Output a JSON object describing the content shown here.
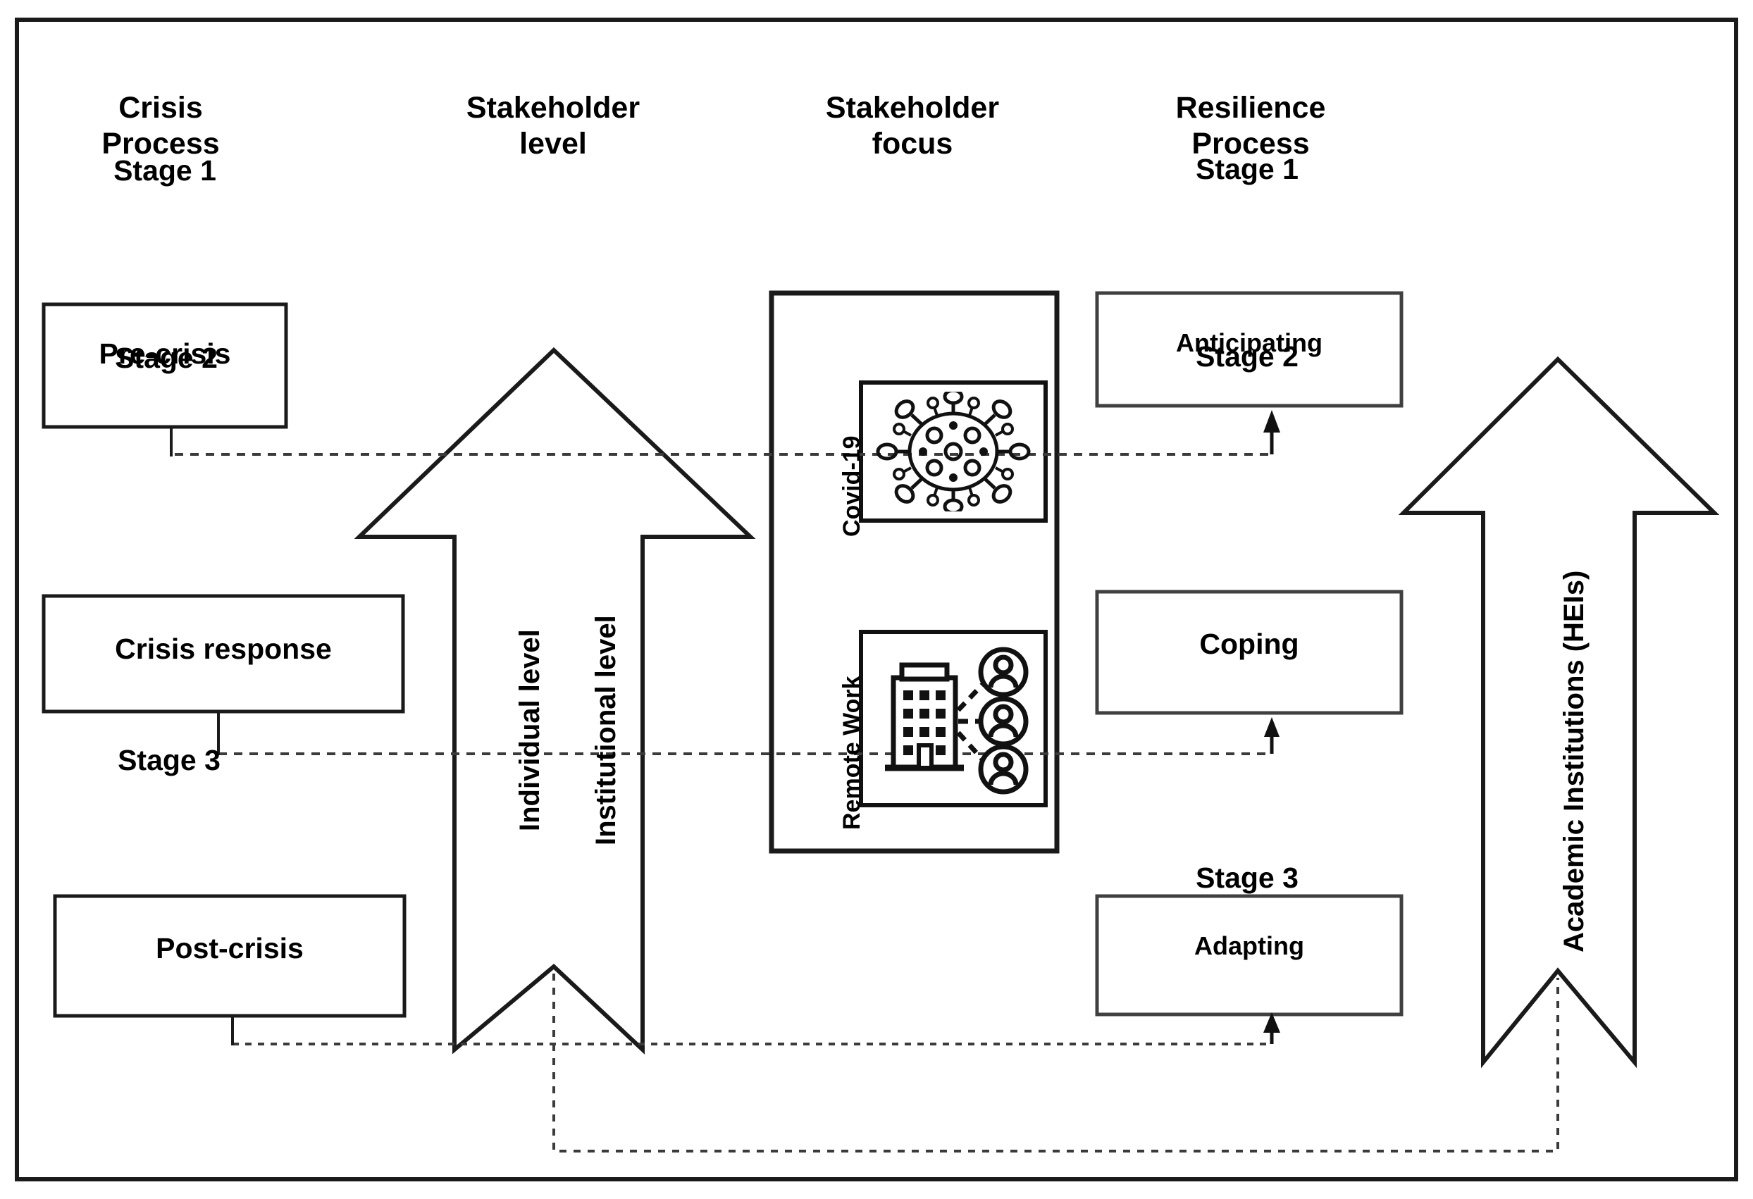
{
  "diagram": {
    "title_columns": [
      {
        "id": "crisis-process",
        "label": "Crisis\nProcess"
      },
      {
        "id": "stakeholder-level",
        "label": "Stakeholder\nlevel"
      },
      {
        "id": "stakeholder-focus",
        "label": "Stakeholder\nfocus"
      },
      {
        "id": "resilience-process",
        "label": "Resilience\nProcess"
      }
    ],
    "crisis_process": {
      "stages": [
        {
          "stage_label": "Stage 1",
          "box_label": "Pre-crisis"
        },
        {
          "stage_label": "Stage 2",
          "box_label": "Crisis response"
        },
        {
          "stage_label": "Stage 3",
          "box_label": "Post-crisis"
        }
      ]
    },
    "resilience_process": {
      "stages": [
        {
          "stage_label": "Stage 1",
          "box_label": "Anticipating"
        },
        {
          "stage_label": "Stage 2",
          "box_label": "Coping"
        },
        {
          "stage_label": "Stage 3",
          "box_label": "Adapting"
        }
      ]
    },
    "stakeholder_level": {
      "arrow_labels": [
        {
          "id": "individual-level",
          "label": "Individual level"
        },
        {
          "id": "institutional-level",
          "label": "Institutional level"
        }
      ]
    },
    "stakeholder_focus": {
      "items": [
        {
          "id": "covid-19",
          "label": "Covid-19",
          "icon": "virus-icon"
        },
        {
          "id": "remote-work",
          "label": "Remote Work",
          "icon": "remote-work-icon"
        }
      ]
    },
    "right_arrow": {
      "label": "Academic Institutions (HEIs)"
    },
    "colors": {
      "stroke": "#1a1a1a",
      "background": "#ffffff",
      "dashed_connector": "#3b3b3b"
    }
  }
}
